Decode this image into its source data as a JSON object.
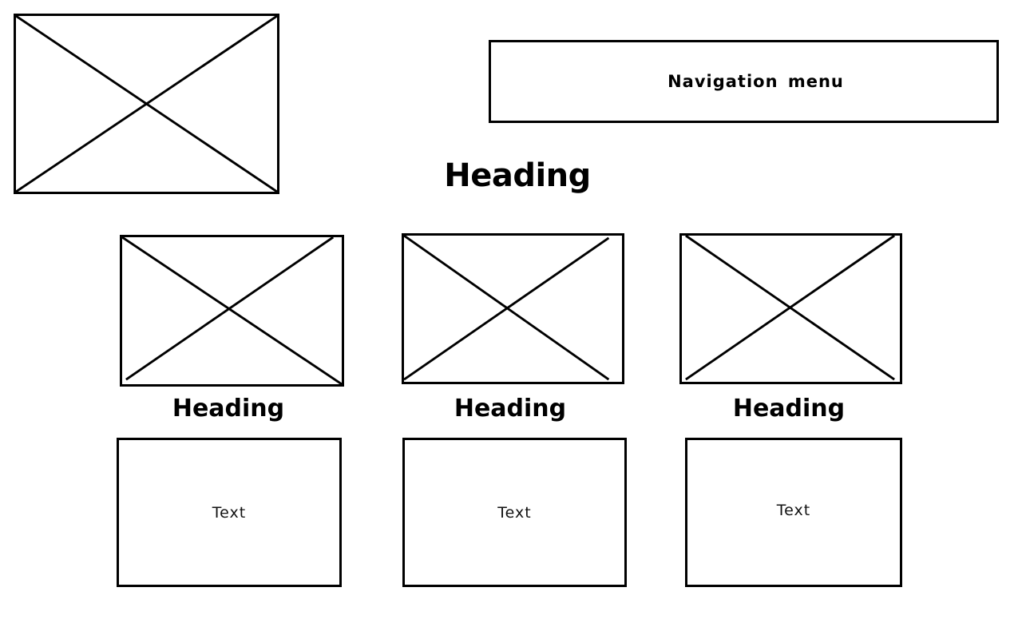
{
  "navigation": {
    "label": "Navigation menu"
  },
  "page": {
    "heading": "Heading"
  },
  "cards": [
    {
      "heading": "Heading",
      "text": "Text"
    },
    {
      "heading": "Heading",
      "text": "Text"
    },
    {
      "heading": "Heading",
      "text": "Text"
    }
  ]
}
